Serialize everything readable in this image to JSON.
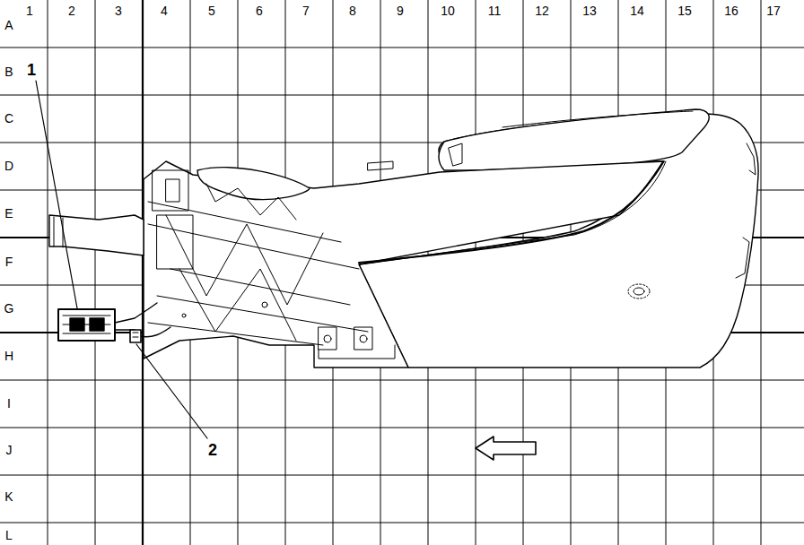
{
  "diagram": {
    "labels": [
      "1",
      "2",
      "3",
      "4",
      "5",
      "6",
      "7",
      "8",
      "9",
      "10",
      "11",
      "12",
      "13",
      "14",
      "15",
      "16",
      "17",
      "A",
      "B",
      "C",
      "D",
      "E",
      "F",
      "G",
      "H",
      "I",
      "J",
      "K",
      "L",
      "1",
      "2"
    ]
  }
}
